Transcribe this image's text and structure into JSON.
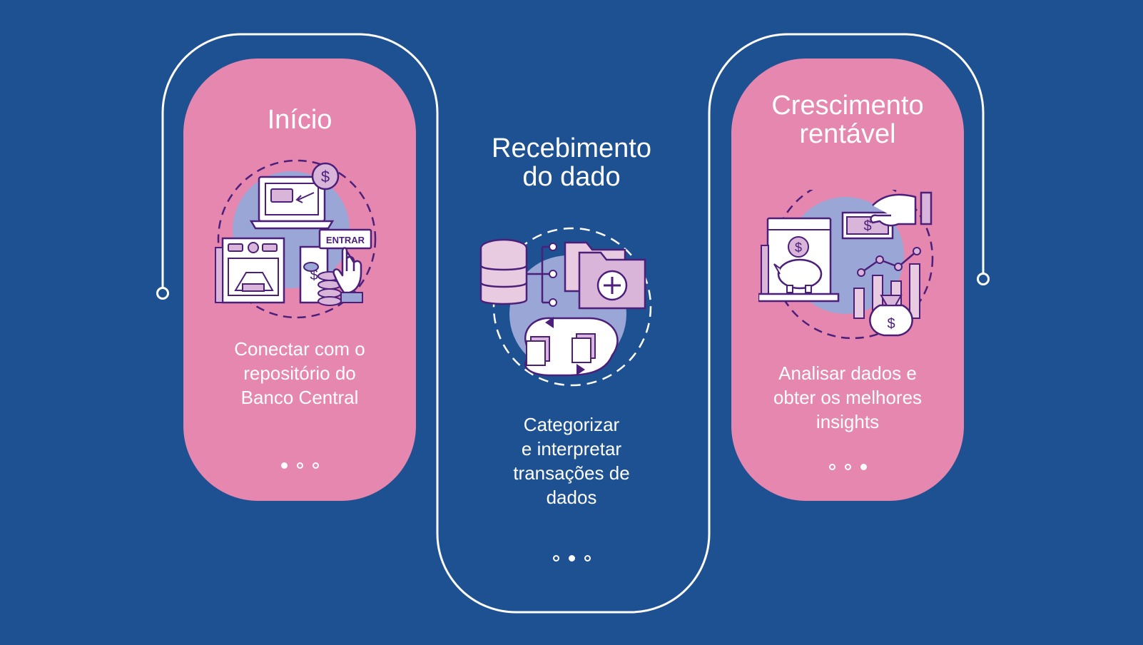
{
  "colors": {
    "background": "#1e5192",
    "card": "#e687b0",
    "line": "#ffffff",
    "icon_stroke": "#4b1f7a",
    "icon_fill_light": "#d9b6d9",
    "icon_blob": "#9aa7d6"
  },
  "steps": [
    {
      "title": "Início",
      "description": "Conectar com o\nrepositório do\nBanco Central",
      "icon": "bank-login-icon",
      "button_text": "ENTRAR",
      "active_dot": 0
    },
    {
      "title": "Recebimento\ndo dado",
      "description": "Categorizar\ne interpretar\ntransações de\ndados",
      "icon": "database-folder-icon",
      "active_dot": 1
    },
    {
      "title": "Crescimento\nrentável",
      "description": "Analisar dados e\nobter os melhores\ninsights",
      "icon": "profit-growth-icon",
      "active_dot": 2
    }
  ]
}
